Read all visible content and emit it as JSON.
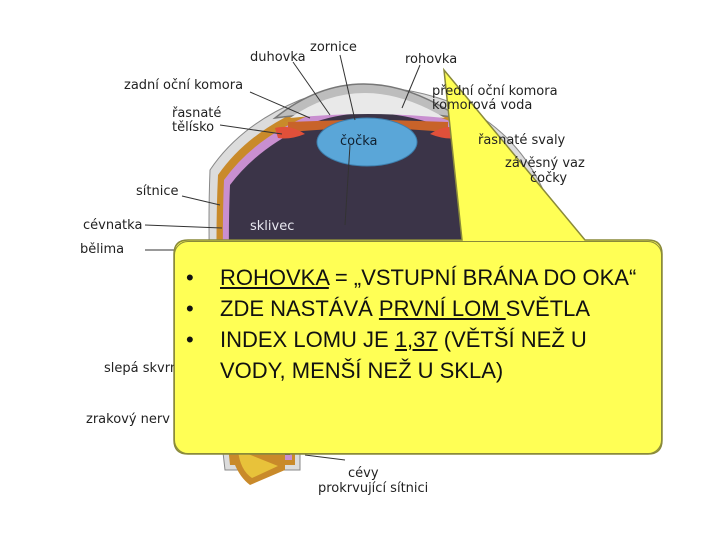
{
  "labels": {
    "zornice": "zornice",
    "duhovka": "duhovka",
    "rohovka": "rohovka",
    "zadni_komora": "zadní oční komora",
    "predni_komora_1": "přední oční komora",
    "predni_komora_2": "komorová voda",
    "rasnate_1": "řasnaté",
    "rasnate_2": "tělísko",
    "cocka": "čočka",
    "svaly": "řasnaté svaly",
    "vaz_1": "závěsný vaz",
    "vaz_2": "čočky",
    "sitnice": "sítnice",
    "cevnatka": "cévnatka",
    "sklivec": "sklivec",
    "belima": "bělima",
    "slepa": "slepá skvrna",
    "zrakovy": "zrakový nerv",
    "cevy": "cévy",
    "prokrvujici": "prokrvující sítnici"
  },
  "callout": {
    "b1_term": "ROHOVKA",
    "b1_rest": " = „VSTUPNÍ BRÁNA DO OKA“",
    "b2_pre": "ZDE NASTÁVÁ ",
    "b2_emph": "PRVNÍ LOM ",
    "b2_post": "SVĚTLA",
    "b3_pre": "INDEX LOMU JE ",
    "b3_emph": "1,37",
    "b3_post": " (VĚTŠÍ NEŽ U VODY, MENŠÍ NEŽ U SKLA)"
  },
  "colors": {
    "callout_fill": "#ffff55",
    "callout_stroke": "#8a8a3a",
    "vitreous": "#3b3448",
    "lens": "#5aa6d8",
    "sclera": "#dcdcdc",
    "choroid": "#c98a2a",
    "retina": "#c98fd0",
    "ciliary": "#e0503a"
  }
}
